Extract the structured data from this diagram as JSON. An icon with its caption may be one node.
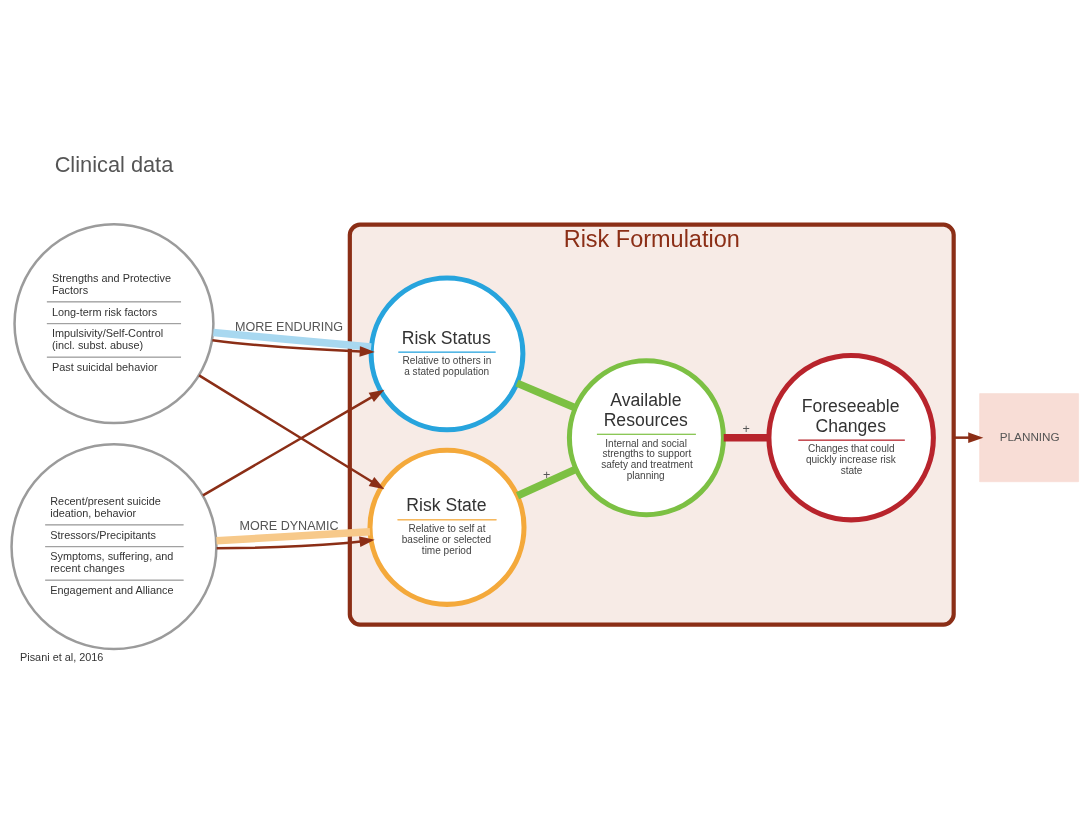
{
  "diagram": {
    "caption": "Pisani et al, 2016",
    "nodes": [
      {
        "text": [
          "Strengths and Protective Factors",
          "Long-term risk factors",
          "Impulsivity/Self-Control (incl. subst. abuse)",
          "Past suicidal behavior"
        ]
      },
      {
        "text": [
          "Recent/present suicide ideation, behavior",
          "Stressors/Precipitants",
          "Symptoms, suffering, and recent changes",
          "Engagement and Alliance"
        ]
      },
      {
        "text": [
          "Risk Formulation"
        ]
      },
      {
        "text": [
          "Risk Status",
          "Relative to others in a stated population"
        ],
        "in": 2
      },
      {
        "text": [
          "Risk State",
          "Relative to self at baseline or selected time period"
        ],
        "in": 2
      },
      {
        "text": [
          "Available Resources",
          "Internal and social strengths to support safety and treatment planning"
        ],
        "in": 2
      },
      {
        "text": [
          "Foreseeable Changes",
          "Changes that could quickly increase risk state"
        ],
        "in": 2
      },
      {
        "text": [
          "PLANNING"
        ]
      }
    ],
    "edges": [
      {
        "from": 0,
        "to": 3,
        "arrow": "none",
        "label": "MORE ENDURING",
        "style": "thick",
        "color": "#a8d8f0"
      },
      {
        "from": 1,
        "to": 4,
        "arrow": "none",
        "label": "MORE DYNAMIC",
        "style": "thick",
        "color": "#f7c98a"
      },
      {
        "from": 0,
        "to": 3,
        "arrow": "to"
      },
      {
        "from": 0,
        "to": 4,
        "arrow": "to"
      },
      {
        "from": 1,
        "to": 3,
        "arrow": "to"
      },
      {
        "from": 1,
        "to": 4,
        "arrow": "to"
      },
      {
        "from": 3,
        "to": 5,
        "arrow": "none",
        "style": "thick",
        "color": "#7cc043"
      },
      {
        "from": 4,
        "to": 5,
        "arrow": "none",
        "label": "+",
        "style": "thick",
        "color": "#7cc043"
      },
      {
        "from": 5,
        "to": 6,
        "arrow": "none",
        "label": "+",
        "style": "thick",
        "color": "#b8242c"
      },
      {
        "from": 2,
        "to": 7,
        "arrow": "to"
      }
    ],
    "labels": [
      "Clinical data"
    ]
  }
}
